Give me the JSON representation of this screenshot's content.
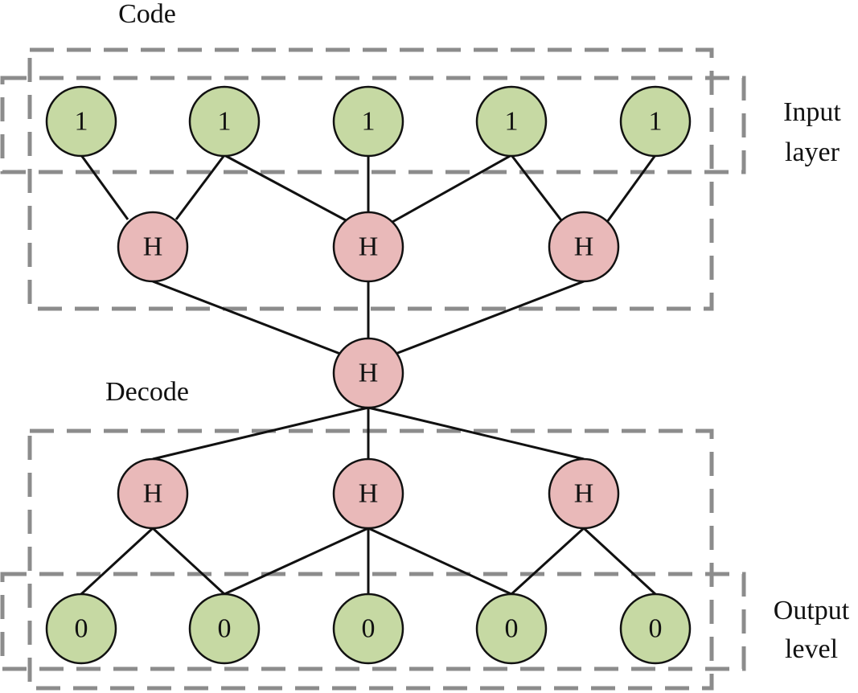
{
  "labels": {
    "code": "Code",
    "decode": "Decode",
    "input_line1": "Input",
    "input_line2": "layer",
    "output_line1": "Output",
    "output_line2": "level"
  },
  "nodes": {
    "inputs": [
      "1",
      "1",
      "1",
      "1",
      "1"
    ],
    "encoder_hidden": [
      "H",
      "H",
      "H"
    ],
    "bottleneck": "H",
    "decoder_hidden": [
      "H",
      "H",
      "H"
    ],
    "outputs": [
      "0",
      "0",
      "0",
      "0",
      "0"
    ]
  },
  "colors": {
    "green_node": "#c6d9a3",
    "red_node": "#e9b9b9",
    "dashed_box": "#8c8c8c",
    "line": "#111111"
  }
}
